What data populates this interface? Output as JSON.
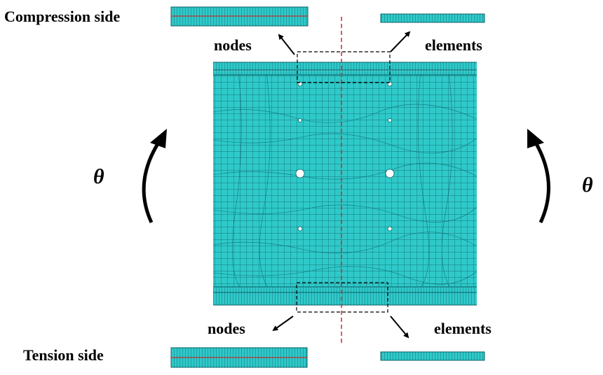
{
  "labels": {
    "compression_side": "Compression side",
    "tension_side": "Tension side",
    "nodes_top": "nodes",
    "elements_top": "elements",
    "nodes_bottom": "nodes",
    "elements_bottom": "elements",
    "theta_left": "θ",
    "theta_right": "θ"
  },
  "colors": {
    "mesh_fill": "#2fc9c9",
    "mesh_line": "#0b5f66",
    "section_line": "#e03030",
    "box_dash": "#000000"
  }
}
